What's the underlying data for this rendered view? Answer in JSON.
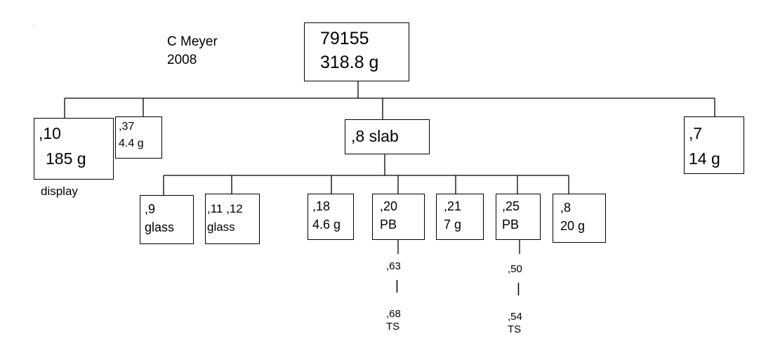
{
  "author": {
    "name": "C Meyer",
    "year": "2008"
  },
  "root": {
    "id": "79155",
    "mass": "318.8 g"
  },
  "level1": {
    "n10": {
      "id": ",10",
      "mass": "185 g",
      "note": "display"
    },
    "n37": {
      "id": ",37",
      "mass": "4.4 g"
    },
    "n8slab": {
      "label": ",8 slab"
    },
    "n7": {
      "id": ",7",
      "mass": "14 g"
    }
  },
  "level2": {
    "n9": {
      "id": ",9",
      "desc": "glass"
    },
    "n11": {
      "id": ",11 ,12",
      "desc": "glass"
    },
    "n18": {
      "id": ",18",
      "mass": "4.6 g"
    },
    "n20": {
      "id": ",20",
      "desc": "PB"
    },
    "n21": {
      "id": ",21",
      "mass": "7 g"
    },
    "n25": {
      "id": ",25",
      "desc": "PB"
    },
    "n8": {
      "id": ",8",
      "mass": "20 g"
    }
  },
  "chains": {
    "c20": {
      "a": ",63",
      "bar": "|",
      "b": ",68",
      "b_desc": "TS"
    },
    "c25": {
      "a": ",50",
      "bar": "|",
      "b": ",54",
      "b_desc": "TS"
    }
  }
}
